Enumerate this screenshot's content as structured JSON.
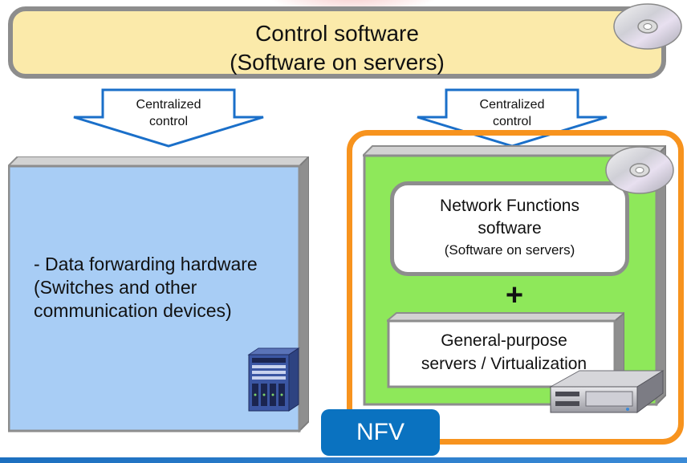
{
  "control": {
    "line1": "Control software",
    "line2": "(Software on servers)"
  },
  "arrows": {
    "left": {
      "line1": "Centralized",
      "line2": "control"
    },
    "right": {
      "line1": "Centralized",
      "line2": "control"
    }
  },
  "left_box": {
    "line1": "- Data forwarding hardware",
    "line2": "(Switches and other",
    "line3": "communication devices)"
  },
  "nf_box": {
    "line1": "Network Functions",
    "line2": "software",
    "line3": "(Software on servers)"
  },
  "plus": "+",
  "gp_box": {
    "line1": "General-purpose",
    "line2": "servers / Virtualization"
  },
  "badge": "NFV",
  "colors": {
    "control_fill": "#fbeaaa",
    "left_box_fill": "#a8cdf5",
    "nfv_green": "#8ee85a",
    "nfv_frame": "#f7931e",
    "badge": "#0a72c0",
    "arrow_stroke": "#1a6fc9"
  },
  "icons": [
    "cd-disc-icon",
    "cd-disc-icon",
    "network-switch-icon",
    "rack-server-icon"
  ]
}
